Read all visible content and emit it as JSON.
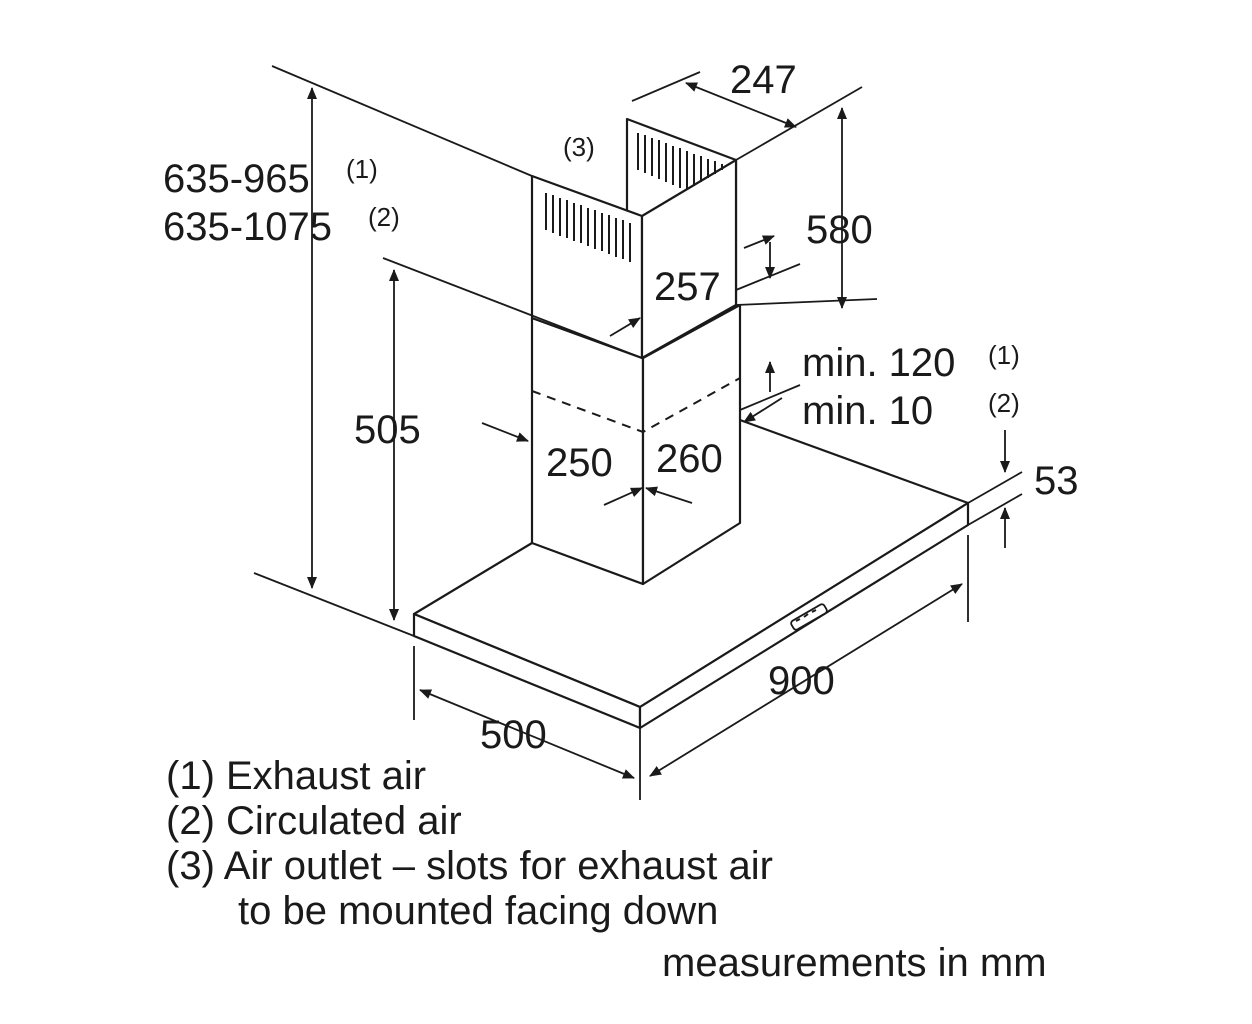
{
  "dimensions": {
    "overall_height_exhaust": "635-965",
    "overall_height_exhaust_note": "(1)",
    "overall_height_circulated": "635-1075",
    "overall_height_circulated_note": "(2)",
    "upper_chimney_depth": "247",
    "upper_chimney_height": "580",
    "chimney_overlap": "257",
    "min_exhaust": "min. 120",
    "min_exhaust_note": "(1)",
    "min_circulated": "min. 10",
    "min_circulated_note": "(2)",
    "lower_height": "505",
    "chimney_width": "250",
    "chimney_depth": "260",
    "canopy_thickness": "53",
    "canopy_width": "900",
    "canopy_depth": "500",
    "air_outlet_callout": "(3)"
  },
  "legend": [
    {
      "label": "(1) Exhaust air"
    },
    {
      "label": "(2) Circulated air"
    },
    {
      "label": "(3) Air outlet – slots for exhaust air"
    },
    {
      "label": "to be mounted facing down"
    }
  ],
  "units_note": "measurements in mm"
}
